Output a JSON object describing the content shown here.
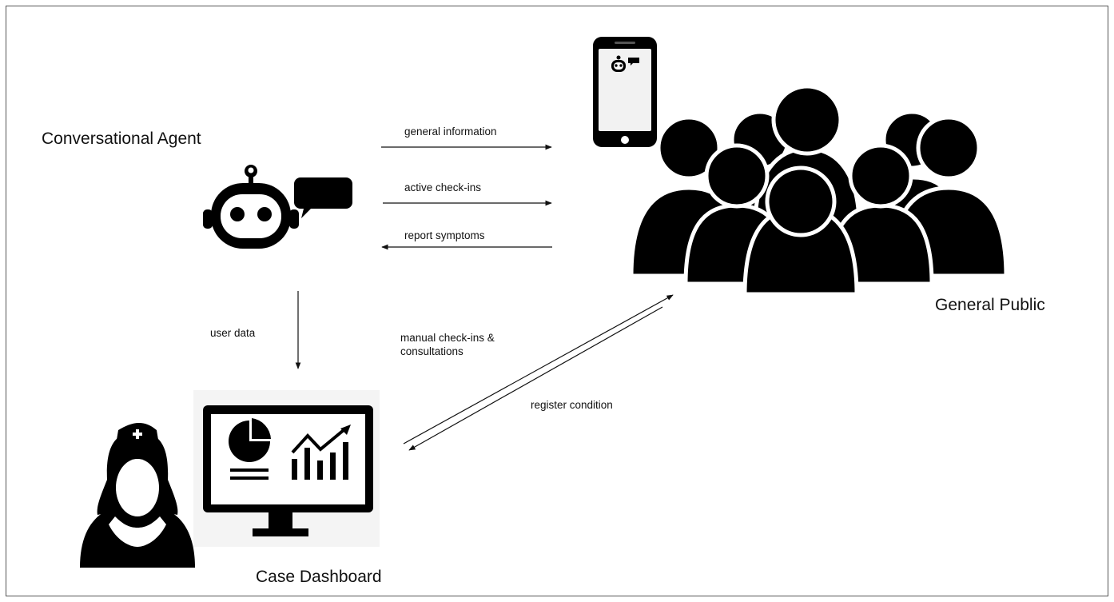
{
  "nodes": {
    "agent": {
      "label": "Conversational Agent"
    },
    "public": {
      "label": "General Public"
    },
    "dashboard": {
      "label": "Case Dashboard"
    }
  },
  "edges": {
    "general_info": "general information",
    "active_checkins": "active check-ins",
    "report_symptoms": "report symptoms",
    "user_data": "user data",
    "manual_checkins": "manual check-ins & consultations",
    "register_condition": "register condition"
  },
  "colors": {
    "ink": "#000000",
    "line": "#111111",
    "phone_screen": "#f2f2f2",
    "monitor_screen": "#ffffff"
  },
  "icons": [
    "robot-chat-icon",
    "smartphone-icon",
    "crowd-icon",
    "nurse-icon",
    "monitor-chart-icon"
  ]
}
